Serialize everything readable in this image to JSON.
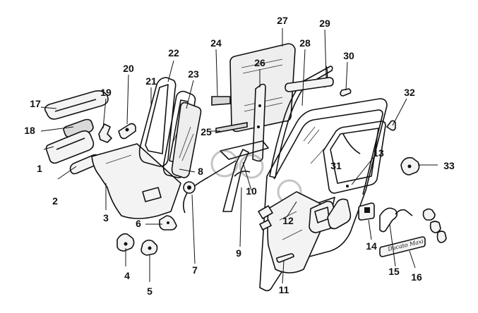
{
  "diagram": {
    "callouts": [
      "1",
      "2",
      "3",
      "4",
      "5",
      "6",
      "7",
      "8",
      "9",
      "10",
      "11",
      "12",
      "13",
      "14",
      "15",
      "16",
      "17",
      "18",
      "19",
      "20",
      "21",
      "22",
      "23",
      "24",
      "25",
      "26",
      "27",
      "28",
      "29",
      "30",
      "31",
      "32",
      "33"
    ],
    "plate_text": "Ducato Maxi"
  }
}
